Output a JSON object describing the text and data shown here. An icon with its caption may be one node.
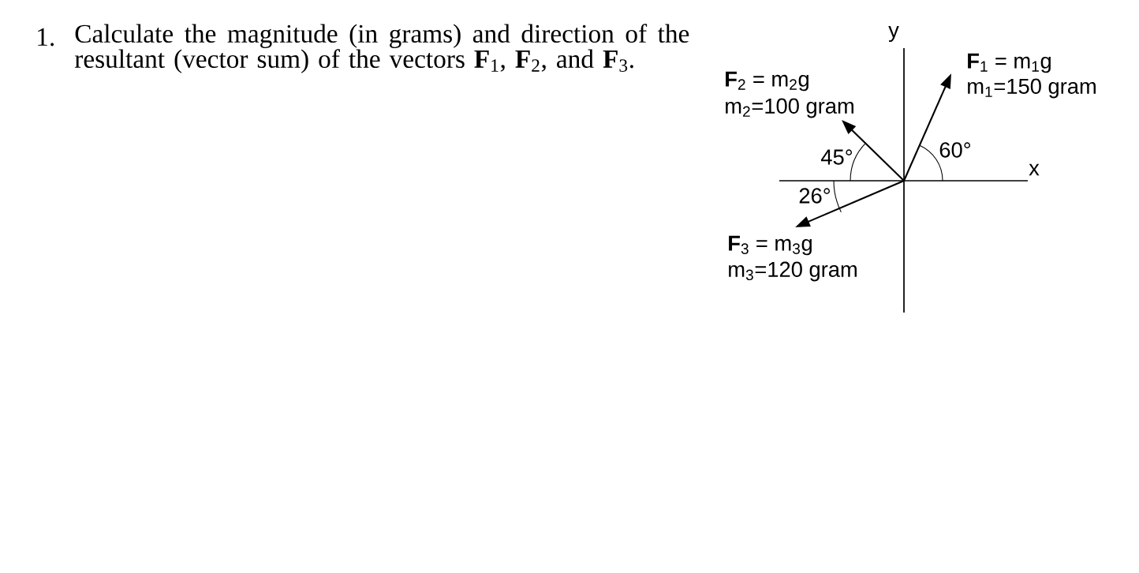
{
  "diagram": {
    "labels": [
      "1.",
      "Calculate the magnitude (in grams) and direction of the resultant (vector sum) of the vectors **F**$_{1}$, **F**$_{2}$, and **F**$_{3}$.",
      "y",
      "**F**$_{1}$ = m$_{1}$g",
      "m$_{1}$=150 gram",
      "**F**$_{2}$ = m$_{2}$g",
      "m$_{2}$=100 gram",
      "45°",
      "60°",
      "x",
      "26°",
      "**F**$_{3}$ = m$_{3}$g",
      "m$_{3}$=120 gram"
    ]
  }
}
